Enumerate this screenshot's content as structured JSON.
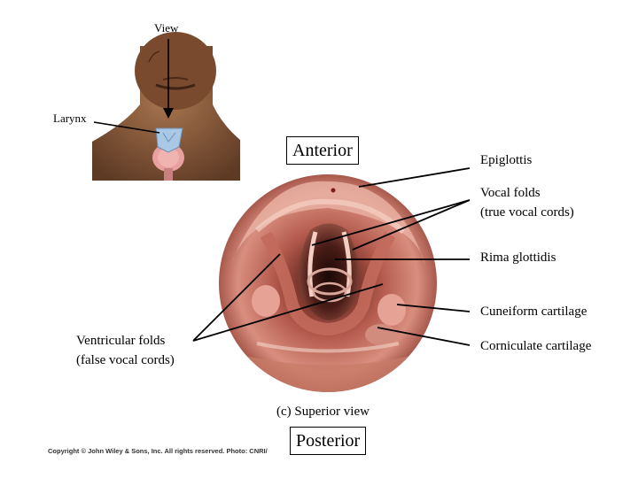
{
  "orientation_labels": {
    "anterior": "Anterior",
    "posterior": "Posterior"
  },
  "inset": {
    "view_label": "View",
    "larynx_label": "Larynx"
  },
  "structures": {
    "epiglottis": "Epiglottis",
    "vocal_folds_line1": "Vocal folds",
    "vocal_folds_line2": "(true vocal cords)",
    "rima_glottidis": "Rima glottidis",
    "cuneiform": "Cuneiform cartilage",
    "corniculate": "Corniculate cartilage",
    "ventricular_line1": "Ventricular folds",
    "ventricular_line2": "(false vocal cords)"
  },
  "caption": "(c) Superior view",
  "copyright": "Copyright © John Wiley & Sons, Inc. All rights reserved. Photo: CNRI/",
  "colors": {
    "leader_line": "#000000",
    "tissue_dark": "#5a1f1a",
    "tissue_mid": "#b0574c",
    "tissue_light": "#e2a89a",
    "skin": "#8a5a3c",
    "larynx_cartilage": "#a9c8e6",
    "thyroid": "#e8a0a0"
  }
}
